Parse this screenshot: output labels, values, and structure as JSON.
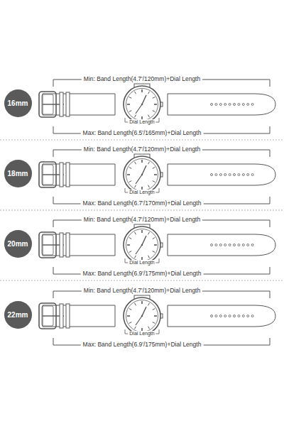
{
  "diagram": {
    "nodes": [
      {
        "text": [
          "16mm"
        ]
      },
      {
        "text": [
          "18mm"
        ]
      },
      {
        "text": [
          "20mm"
        ]
      },
      {
        "text": [
          "22mm"
        ]
      }
    ],
    "labels": [
      "Min: Band Length(4.7'/120mm)+Dial Length",
      "Dial Length",
      "Max: Band Length(6.5'/165mm)+Dial Length",
      "Min: Band Length(4.7'/120mm)+Dial Length",
      "Dial Length",
      "Max: Band Length(6.7'/170mm)+Dial Length",
      "Min: Band Length(4.7'/120mm)+Dial Length",
      "Dial Length",
      "Max: Band Length(6.9'/175mm)+Dial Length",
      "Min: Band Length(4.7'/120mm)+Dial Length",
      "Dial Length",
      "Max: Band Length(6.9'/175mm)+Dial Length"
    ]
  }
}
